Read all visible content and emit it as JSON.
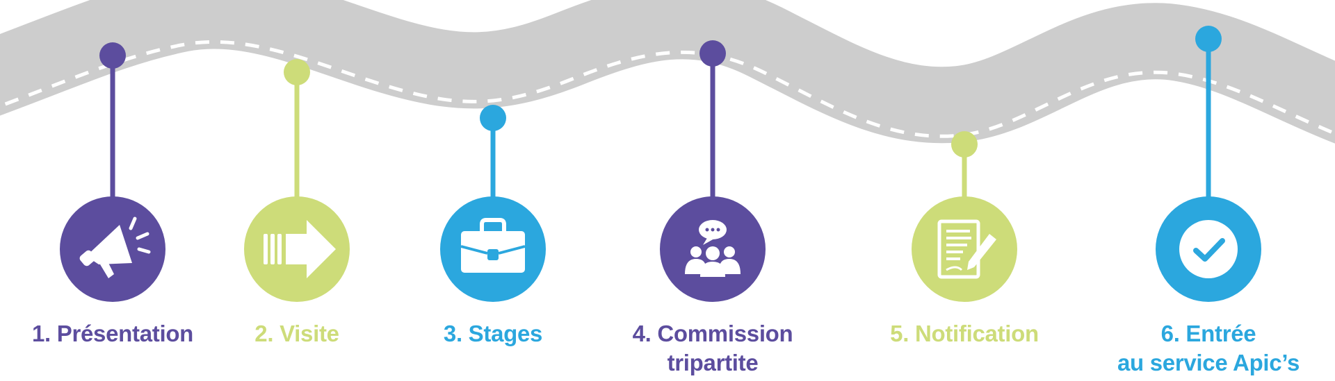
{
  "colors": {
    "road": "#cdcdcd",
    "road_marking": "#ffffff",
    "purple": "#5c4d9e",
    "green": "#cddc79",
    "blue": "#2ba7de"
  },
  "steps": [
    {
      "label_lines": [
        "1. Présentation"
      ],
      "color": "#5c4d9e",
      "icon": "megaphone-icon"
    },
    {
      "label_lines": [
        "2. Visite"
      ],
      "color": "#cddc79",
      "icon": "arrow-right-icon"
    },
    {
      "label_lines": [
        "3. Stages"
      ],
      "color": "#2ba7de",
      "icon": "briefcase-icon"
    },
    {
      "label_lines": [
        "4. Commission",
        "tripartite"
      ],
      "color": "#5c4d9e",
      "icon": "meeting-people-icon"
    },
    {
      "label_lines": [
        "5. Notification"
      ],
      "color": "#cddc79",
      "icon": "document-signature-icon"
    },
    {
      "label_lines": [
        "6. Entrée",
        "au service Apic’s"
      ],
      "color": "#2ba7de",
      "icon": "check-circle-icon"
    }
  ]
}
